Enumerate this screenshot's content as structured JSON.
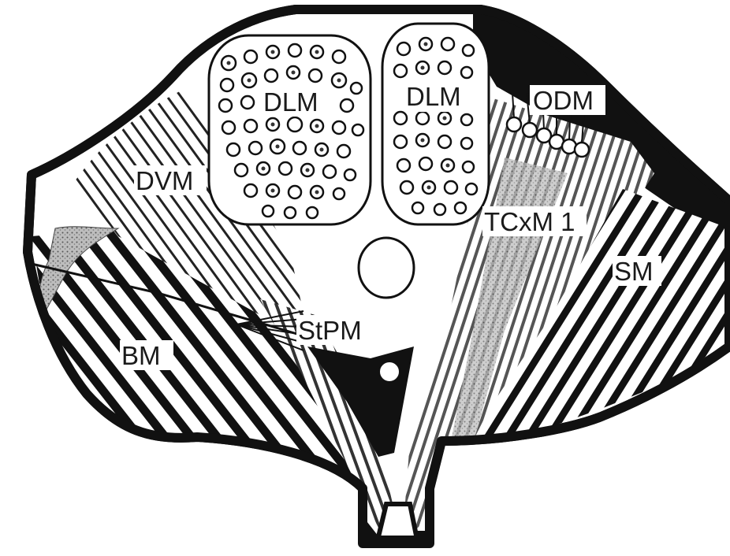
{
  "diagram": {
    "labels": {
      "dlm_left": "DLM",
      "dlm_right": "DLM",
      "odm": "ODM",
      "dvm": "DVM",
      "tcxm1": "TCxM 1",
      "sm": "SM",
      "stpm": "StPM",
      "bm": "BM"
    },
    "colors": {
      "ink": "#111111",
      "paper": "#ffffff",
      "stipple": "#8a8a8a"
    }
  }
}
